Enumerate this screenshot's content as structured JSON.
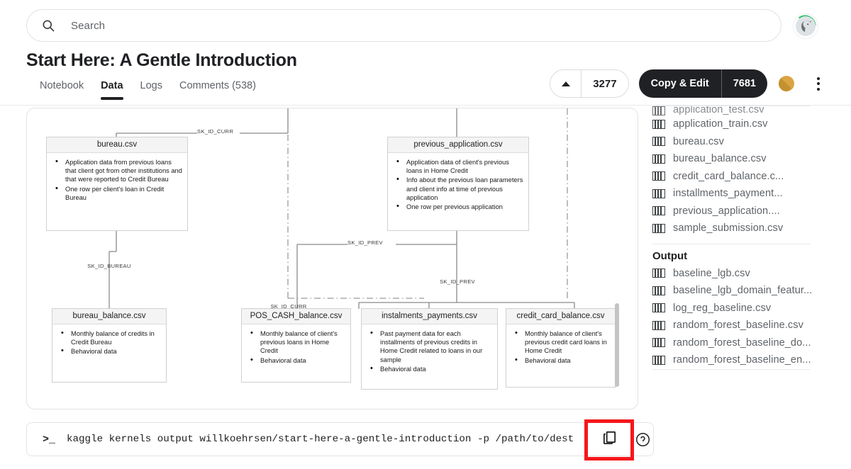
{
  "search": {
    "placeholder": "Search",
    "icon": "search-icon"
  },
  "header": {
    "title": "Start Here: A Gentle Introduction",
    "tabs": [
      {
        "label": "Notebook",
        "active": false
      },
      {
        "label": "Data",
        "active": true
      },
      {
        "label": "Logs",
        "active": false
      },
      {
        "label": "Comments (538)",
        "active": false
      }
    ],
    "vote_count": "3277",
    "copy_edit_label": "Copy & Edit",
    "copy_edit_count": "7681",
    "medal": "bronze-medal",
    "more_menu": "kebab-menu"
  },
  "diagram": {
    "nodes": [
      {
        "id": "bureau",
        "title": "bureau.csv",
        "bullets": [
          "Application data from previous loans that client got from other institutions and that were reported to Credit Bureau",
          "One row per client's loan in Credit Bureau"
        ]
      },
      {
        "id": "previous_application",
        "title": "previous_application.csv",
        "bullets": [
          "Application data of client's previous loans in Home Credit",
          "Info about the previous loan parameters and client info at time of previous application",
          "One row per previous application"
        ]
      },
      {
        "id": "bureau_balance",
        "title": "bureau_balance.csv",
        "bullets": [
          "Monthly balance of credits in Credit Bureau",
          "Behavioral data"
        ]
      },
      {
        "id": "pos_cash_balance",
        "title": "POS_CASH_balance.csv",
        "bullets": [
          "Monthly balance of client's previous loans in Home Credit",
          "Behavioral data"
        ]
      },
      {
        "id": "instalments_payments",
        "title": "instalments_payments.csv",
        "bullets": [
          "Past payment data for each installments of previous credits in Home Credit related to loans in our sample",
          "Behavioral data"
        ]
      },
      {
        "id": "credit_card_balance",
        "title": "credit_card_balance.csv",
        "bullets": [
          "Monthly balance of client's previous credit card loans in Home Credit",
          "Behavioral data"
        ]
      }
    ],
    "edge_labels": [
      "SK_ID_CURR",
      "SK_ID_CURR",
      "SK_ID_BUREAU",
      "SK_ID_PREV",
      "SK_ID_PREV"
    ]
  },
  "sidebar": {
    "input_files": [
      "application_test.csv",
      "application_train.csv",
      "bureau.csv",
      "bureau_balance.csv",
      "credit_card_balance.c...",
      "installments_payment...",
      "previous_application....",
      "sample_submission.csv"
    ],
    "output_heading": "Output",
    "output_files": [
      "baseline_lgb.csv",
      "baseline_lgb_domain_featur...",
      "log_reg_baseline.csv",
      "random_forest_baseline.csv",
      "random_forest_baseline_do...",
      "random_forest_baseline_en..."
    ]
  },
  "command_bar": {
    "prompt": ">_",
    "command": "kaggle kernels output willkoehrsen/start-here-a-gentle-introduction -p /path/to/dest",
    "copy_icon": "copy-icon",
    "help_icon": "question-mark-icon",
    "highlight_color": "#f5171d"
  }
}
